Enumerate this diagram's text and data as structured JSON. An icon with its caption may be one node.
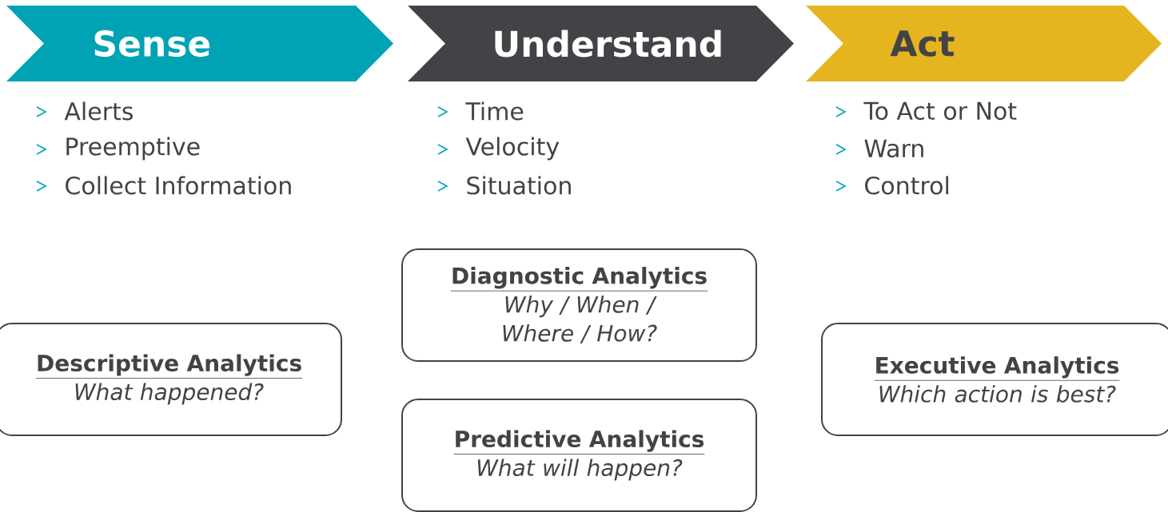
{
  "diagram": {
    "nodes": [
      {
        "text": [
          "Sense"
        ],
        "beside": [
          "Alerts",
          "Preemptive",
          "Collect Information"
        ]
      },
      {
        "text": [
          "Understand"
        ],
        "beside": [
          "Time",
          "Velocity",
          "Situation"
        ]
      },
      {
        "text": [
          "Act"
        ],
        "beside": [
          "To Act or Not",
          "Warn",
          "Control"
        ]
      },
      {
        "text": [
          "Diagnostic Analytics",
          "Why / When / Where / How?"
        ]
      },
      {
        "text": [
          "Descriptive Analytics",
          "What happened?"
        ]
      },
      {
        "text": [
          "Executive Analytics",
          "Which action is best?"
        ]
      },
      {
        "text": [
          "Predictive Analytics",
          "What will happen?"
        ]
      }
    ],
    "edges": []
  }
}
